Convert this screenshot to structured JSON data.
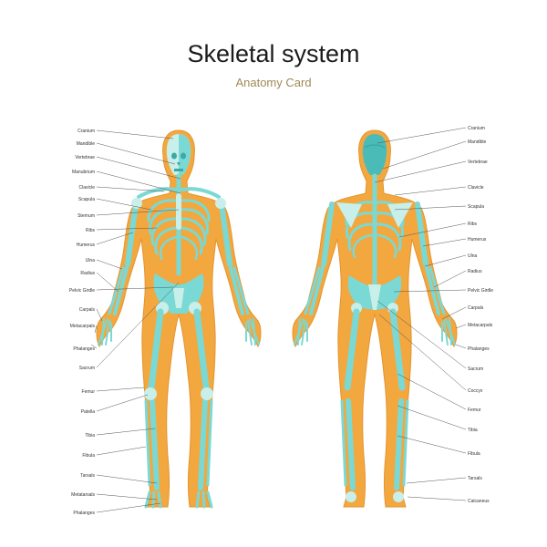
{
  "title": "Skeletal system",
  "subtitle": "Anatomy Card",
  "colors": {
    "body": "#f3a73f",
    "body_outline": "#e39530",
    "bone": "#7ad9d4",
    "bone_light": "#c8efe9",
    "bone_dark": "#3aa9a8",
    "head_dark": "#4bbbb8",
    "label_text": "#333333",
    "leader": "#555555"
  },
  "front_view": {
    "labels": [
      "Cranium",
      "Mandible",
      "Vertebrae",
      "Manubrium",
      "Clavicle",
      "Scapula",
      "Sternum",
      "Ribs",
      "Humerus",
      "Ulna",
      "Radius",
      "Pelvic Girdle",
      "Carpals",
      "Metacarpals",
      "Phalanges",
      "Sacrum",
      "Femur",
      "Patella",
      "Tibia",
      "Fibula",
      "Tarsals",
      "Metatarsals",
      "Phalanges"
    ]
  },
  "back_view": {
    "labels": [
      "Cranium",
      "Mandible",
      "Vertebrae",
      "Clavicle",
      "Scapula",
      "Ribs",
      "Humerus",
      "Ulna",
      "Radius",
      "Pelvic Girdle",
      "Carpals",
      "Metacarpals",
      "Phalanges",
      "Sacrum",
      "Coccyx",
      "Femur",
      "Tibia",
      "Fibula",
      "Tarsals",
      "Calcaneus"
    ]
  }
}
